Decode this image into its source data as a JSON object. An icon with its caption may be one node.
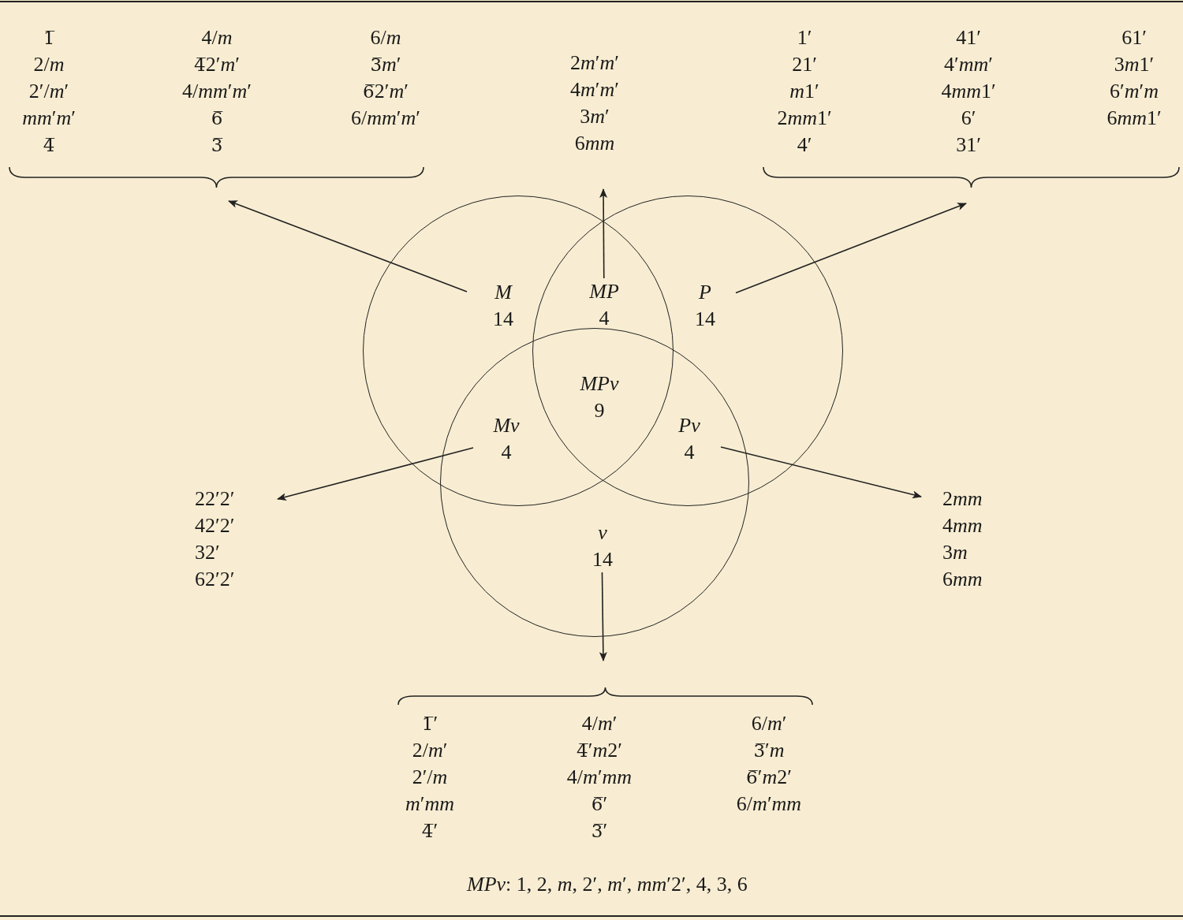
{
  "diagram": {
    "nodes": [
      {
        "text": [],
        "shape": "circle"
      },
      {
        "text": [
          "M",
          "14"
        ],
        "in": 0
      },
      {
        "text": [
          "MP",
          "4"
        ]
      },
      {
        "text": [],
        "shape": "circle"
      },
      {
        "text": [
          "P",
          "14"
        ],
        "in": 3
      },
      {
        "text": [
          "MPv",
          "9"
        ]
      },
      {
        "text": [
          "Mv",
          "4"
        ]
      },
      {
        "text": [
          "Pv",
          "4"
        ]
      },
      {
        "text": [],
        "shape": "circle"
      },
      {
        "text": [
          "v",
          "14"
        ],
        "in": 8
      },
      {
        "text": [
          "1̅",
          "2/m",
          "2′/m′",
          "mm′m′",
          "4̅",
          "4/m",
          "4̅2′m′",
          "4/mm′m′",
          "6̅",
          "3̅",
          "6/m",
          "3̅m′",
          "6̅2′m′",
          "6/mm′m′"
        ]
      },
      {
        "text": [
          "2m′m′",
          "4m′m′",
          "3m′",
          "6mm"
        ]
      },
      {
        "text": [
          "1′",
          "21′",
          "m1′",
          "2mm1′",
          "4′",
          "41′",
          "4′mm′",
          "4mm1′",
          "6′",
          "31′",
          "61′",
          "3m1′",
          "6′m′m",
          "6mm1′"
        ]
      },
      {
        "text": [
          "22′2′",
          "42′2′",
          "32′",
          "62′2′"
        ]
      },
      {
        "text": [
          "2mm",
          "4mm",
          "3m",
          "6mm"
        ]
      },
      {
        "text": [
          "1̅′",
          "2/m′",
          "2′/m",
          "m′mm",
          "4̅′",
          "4/m′",
          "4̅′m2′",
          "4/m′mm",
          "6̅′",
          "3̅′",
          "6/m′",
          "3̅′m",
          "6̅′m2′",
          "6/m′mm"
        ]
      }
    ],
    "edges": [
      {
        "from": 1,
        "to": 10,
        "arrow": "to"
      },
      {
        "from": 2,
        "to": 11,
        "arrow": "to"
      },
      {
        "from": 4,
        "to": 12,
        "arrow": "to"
      },
      {
        "from": 6,
        "to": 13,
        "arrow": "to"
      },
      {
        "from": 7,
        "to": 14,
        "arrow": "to"
      },
      {
        "from": 9,
        "to": 15,
        "arrow": "to"
      }
    ],
    "labels": [
      "MPv: 1, 2, m, 2′, m′, mm′2′, 4, 3, 6"
    ]
  }
}
